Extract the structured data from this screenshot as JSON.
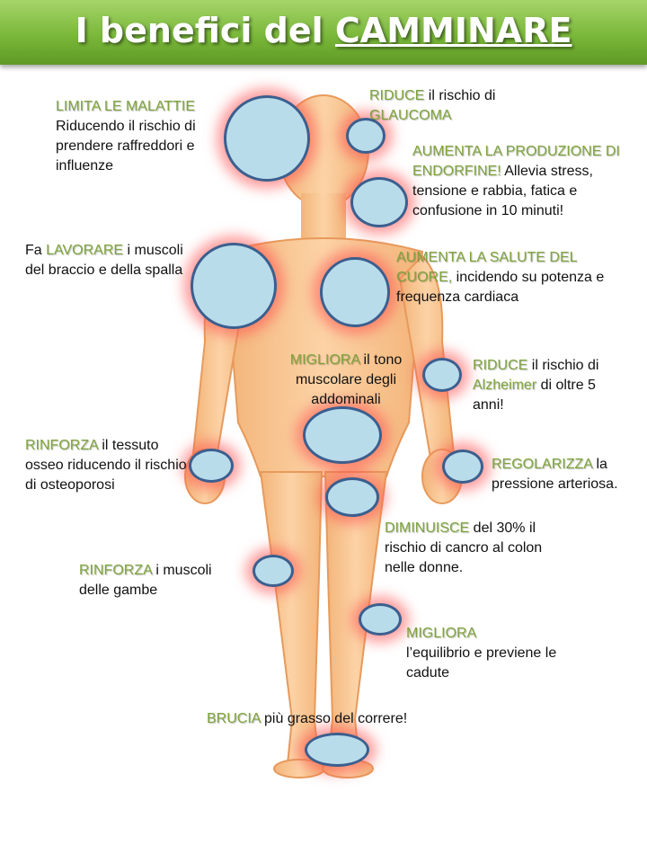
{
  "title": {
    "prefix": "I benefici del",
    "emphasis": "CAMMINARE"
  },
  "callouts": {
    "malattie": {
      "keyword": "LIMITA LE MALATTIE",
      "text": "Riducendo il rischio di prendere raffreddori e influenze"
    },
    "glaucoma": {
      "keyword": "RIDUCE",
      "text": " il rischio di",
      "keyword2": "GLAUCOMA"
    },
    "endorfine": {
      "keyword": "AUMENTA LA PRODUZIONE DI ENDORFINE!",
      "text": " Allevia stress, tensione e rabbia, fatica e confusione in 10 minuti!"
    },
    "braccio": {
      "prefix": "Fa ",
      "keyword": "LAVORARE",
      "text": " i muscoli del braccio e della spalla"
    },
    "cuore": {
      "keyword": "AUMENTA LA SALUTE DEL CUORE,",
      "text": " incidendo su potenza e frequenza cardiaca"
    },
    "addominali": {
      "keyword": "MIGLIORA",
      "text": " il tono muscolare degli addominali"
    },
    "alzheimer": {
      "keyword": "RIDUCE",
      "text": " il rischio di ",
      "keyword2": "Alzheimer",
      "text2": " di oltre 5 anni!"
    },
    "osseo": {
      "keyword": "RINFORZA",
      "text": " il tessuto osseo riducendo il rischio di osteoporosi"
    },
    "pressione": {
      "keyword": "REGOLARIZZA",
      "text": "  la pressione arteriosa."
    },
    "colon": {
      "keyword": "DIMINUISCE",
      "text": " del 30% il rischio di cancro al colon nelle donne."
    },
    "gambe": {
      "keyword": "RINFORZA",
      "text": " i muscoli delle gambe"
    },
    "equilibrio": {
      "keyword": "MIGLIORA",
      "text": " l’equilibrio e previene le cadute"
    },
    "grasso": {
      "keyword": "BRUCIA",
      "text": " più grasso del correre!"
    }
  },
  "colors": {
    "keyword": "#7ea43b",
    "spot_fill": "#b9dceb",
    "spot_border": "#3b5f8e",
    "glow": "#ff5050",
    "skin": "#f8c896",
    "banner": "#7ab83a"
  }
}
